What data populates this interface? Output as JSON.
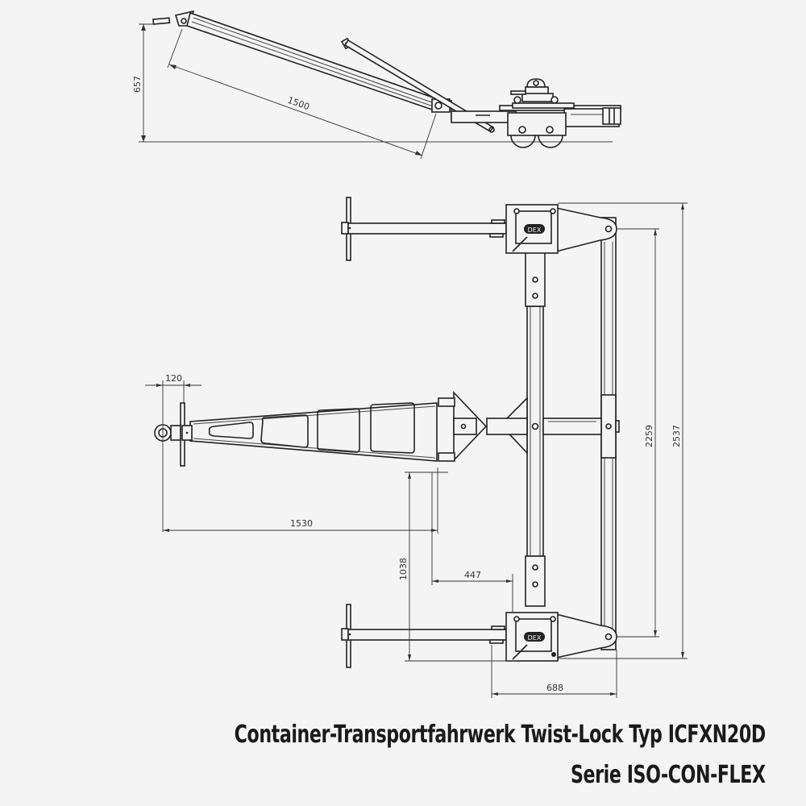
{
  "caption": {
    "line1": "Container-Transportfahrwerk Twist-Lock Typ ICFXN20D",
    "line2": "Serie ISO-CON-FLEX"
  },
  "side_view": {
    "dimensions": {
      "height": "657",
      "drawbar_length": "1500"
    }
  },
  "top_view": {
    "dimensions": {
      "eye_offset": "120",
      "drawbar_reach": "1530",
      "drawbar_offset_vertical": "1038",
      "drawbar_offset_horizontal": "447",
      "pivot_span": "2259",
      "overall_length": "2537",
      "overall_width": "688"
    }
  },
  "colors": {
    "background": "#f4f4f4",
    "line": "#222222",
    "text": "#1a1a1a"
  }
}
